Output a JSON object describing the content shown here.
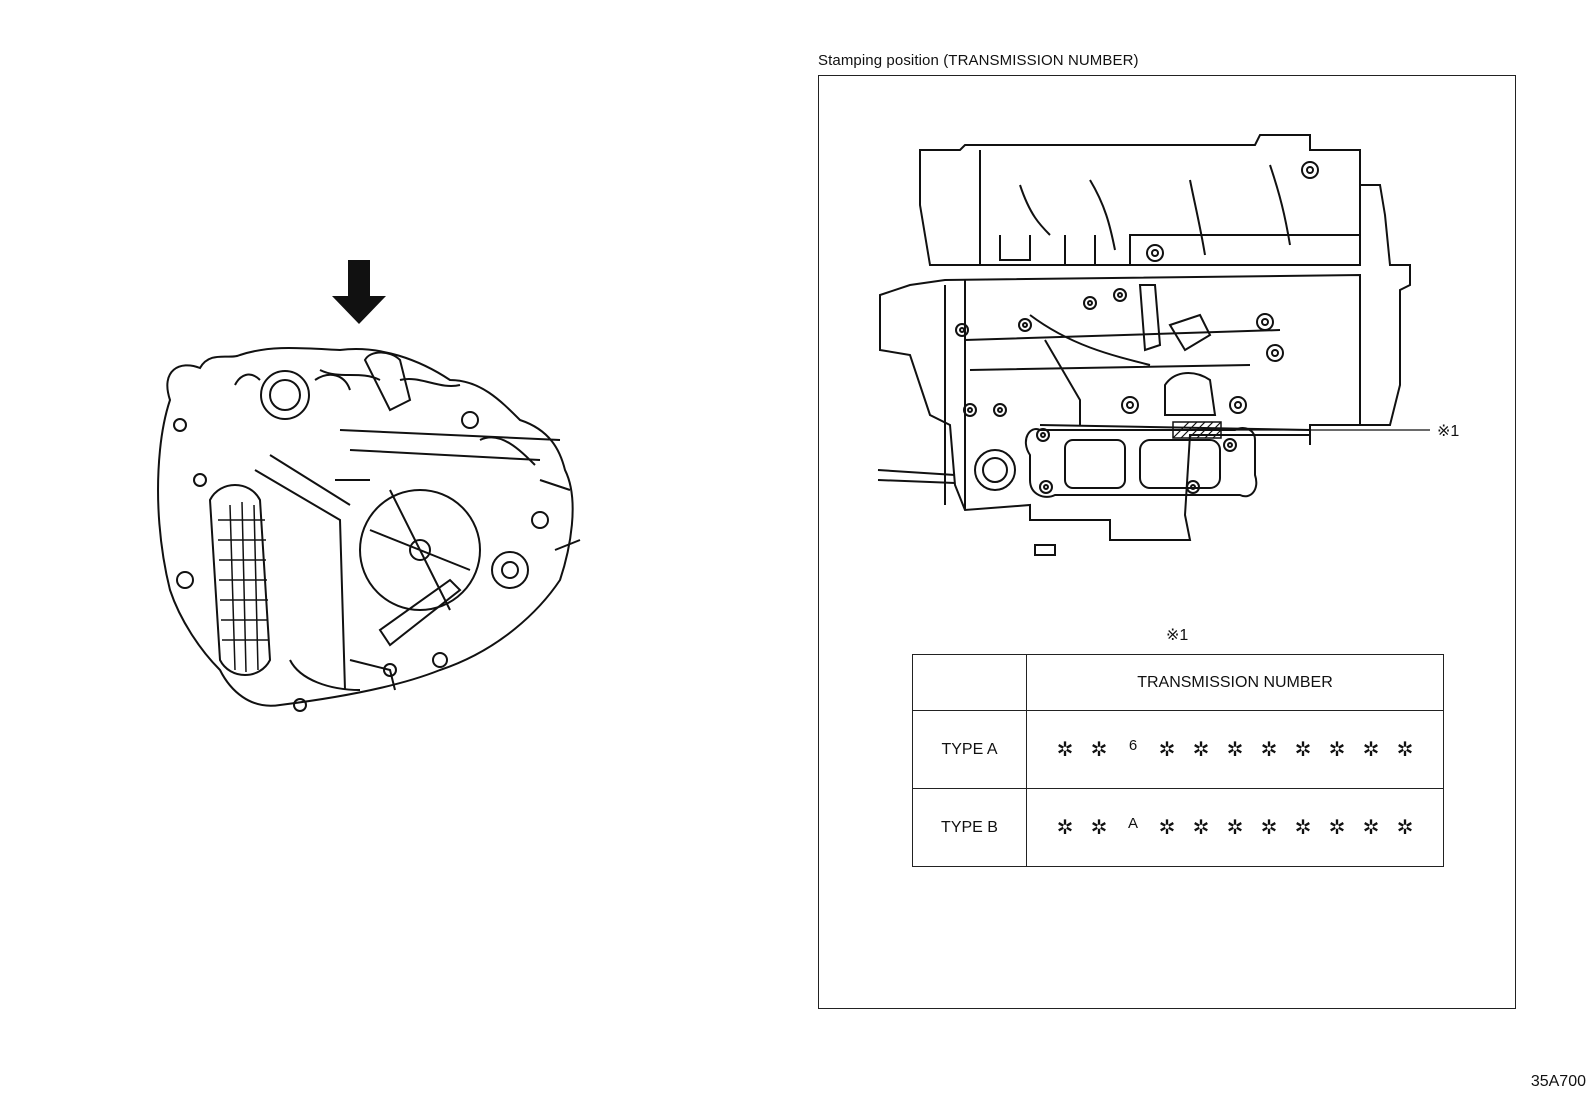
{
  "caption": "Stamping position (TRANSMISSION NUMBER)",
  "mark_label": "※1",
  "table": {
    "mark": "※1",
    "header": [
      "",
      "TRANSMISSION NUMBER"
    ],
    "rows": [
      {
        "type": "TYPE A",
        "chars": [
          "✲",
          "✲",
          "6",
          "✲",
          "✲",
          "✲",
          "✲",
          "✲",
          "✲",
          "✲",
          "✲"
        ]
      },
      {
        "type": "TYPE B",
        "chars": [
          "✲",
          "✲",
          "A",
          "✲",
          "✲",
          "✲",
          "✲",
          "✲",
          "✲",
          "✲",
          "✲"
        ]
      }
    ]
  },
  "drawing_code": "35A700"
}
